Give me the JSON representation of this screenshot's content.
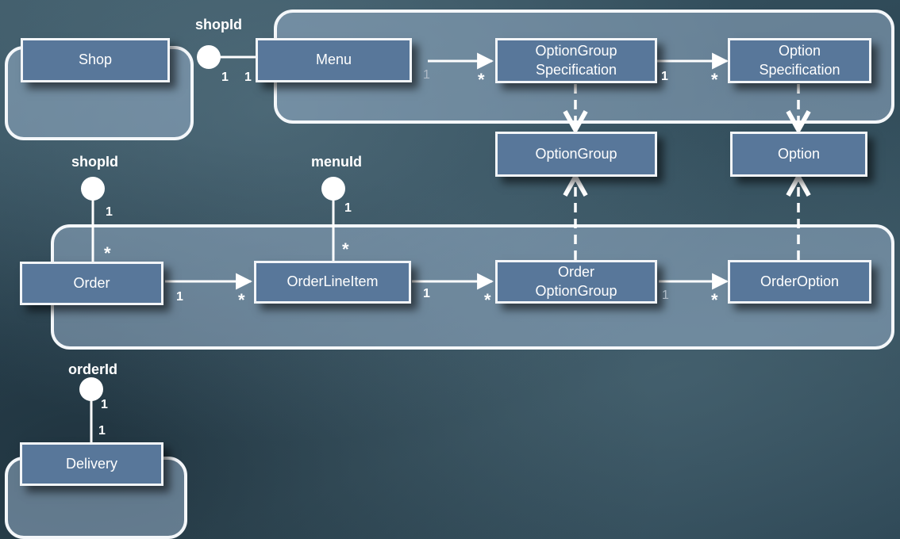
{
  "nodes": {
    "shop": "Shop",
    "menu": "Menu",
    "option_group_spec_line1": "OptionGroup",
    "option_group_spec_line2": "Specification",
    "option_spec_line1": "Option",
    "option_spec_line2": "Specification",
    "option_group": "OptionGroup",
    "option": "Option",
    "order": "Order",
    "order_line_item": "OrderLineItem",
    "order_option_group_line1": "Order",
    "order_option_group_line2": "OptionGroup",
    "order_option": "OrderOption",
    "delivery": "Delivery"
  },
  "id_refs": {
    "menu_shop": "shopId",
    "order_shop": "shopId",
    "line_item_menu": "menuId",
    "delivery_order": "orderId"
  },
  "multiplicities": {
    "one": "1",
    "many": "*"
  },
  "colors": {
    "node_fill": "#58779a",
    "group_fill": "rgba(150,175,200,0.55)",
    "line": "#ffffff"
  }
}
